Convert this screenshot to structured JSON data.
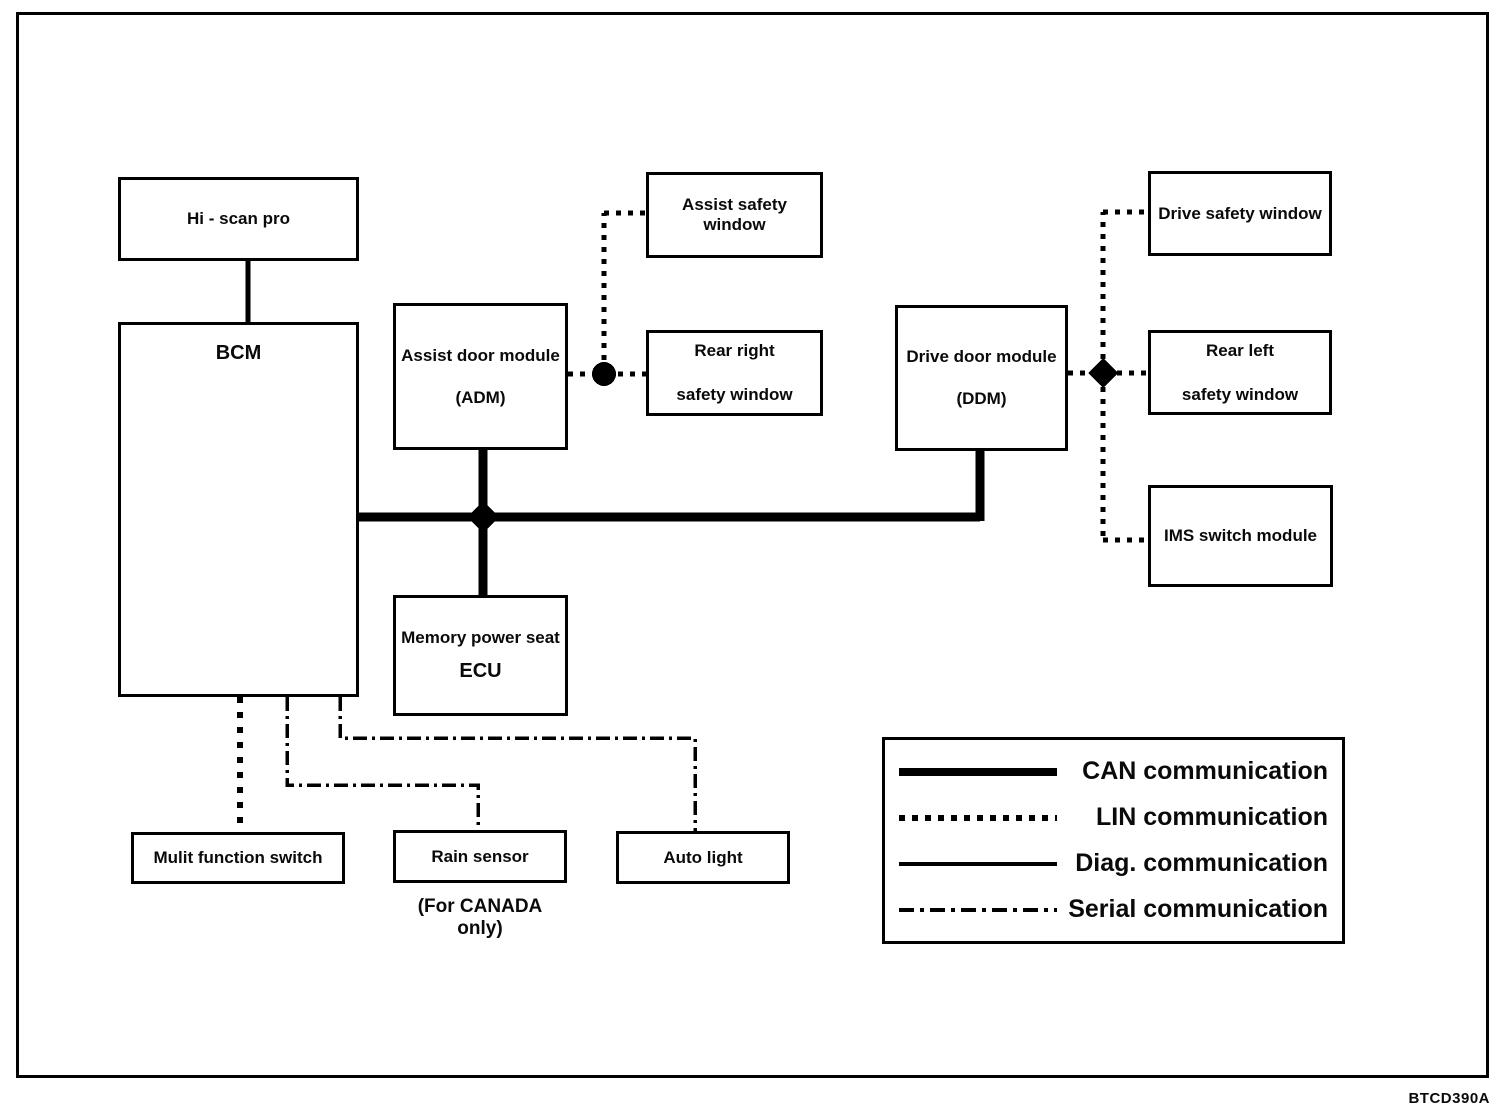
{
  "figure": {
    "code": "BTCD390A",
    "boxes": {
      "hi_scan_pro": {
        "label": "Hi - scan pro"
      },
      "bcm": {
        "label": "BCM"
      },
      "adm": {
        "line1": "Assist door module",
        "line2": "(ADM)"
      },
      "assist_safety_window": {
        "label": "Assist safety window"
      },
      "rear_right_safety_window": {
        "line1": "Rear right",
        "line2": "safety window"
      },
      "ddm": {
        "line1": "Drive door module",
        "line2": "(DDM)"
      },
      "drive_safety_window": {
        "label": "Drive safety window"
      },
      "rear_left_safety_window": {
        "line1": "Rear left",
        "line2": "safety window"
      },
      "ims_switch_module": {
        "label": "IMS switch module"
      },
      "memory_power_seat_ecu": {
        "line1": "Memory power seat",
        "line2": "ECU"
      },
      "multi_function_switch": {
        "label": "Mulit function switch"
      },
      "rain_sensor": {
        "label": "Rain sensor"
      },
      "auto_light": {
        "label": "Auto light"
      }
    },
    "notes": {
      "canada_only": "(For CANADA only)"
    },
    "legend": {
      "items": [
        {
          "type": "can",
          "label": "CAN communication"
        },
        {
          "type": "lin",
          "label": "LIN communication"
        },
        {
          "type": "diag",
          "label": "Diag. communication"
        },
        {
          "type": "serial",
          "label": "Serial communication"
        }
      ]
    },
    "colors": {
      "line": "#000000",
      "background": "#ffffff"
    }
  }
}
